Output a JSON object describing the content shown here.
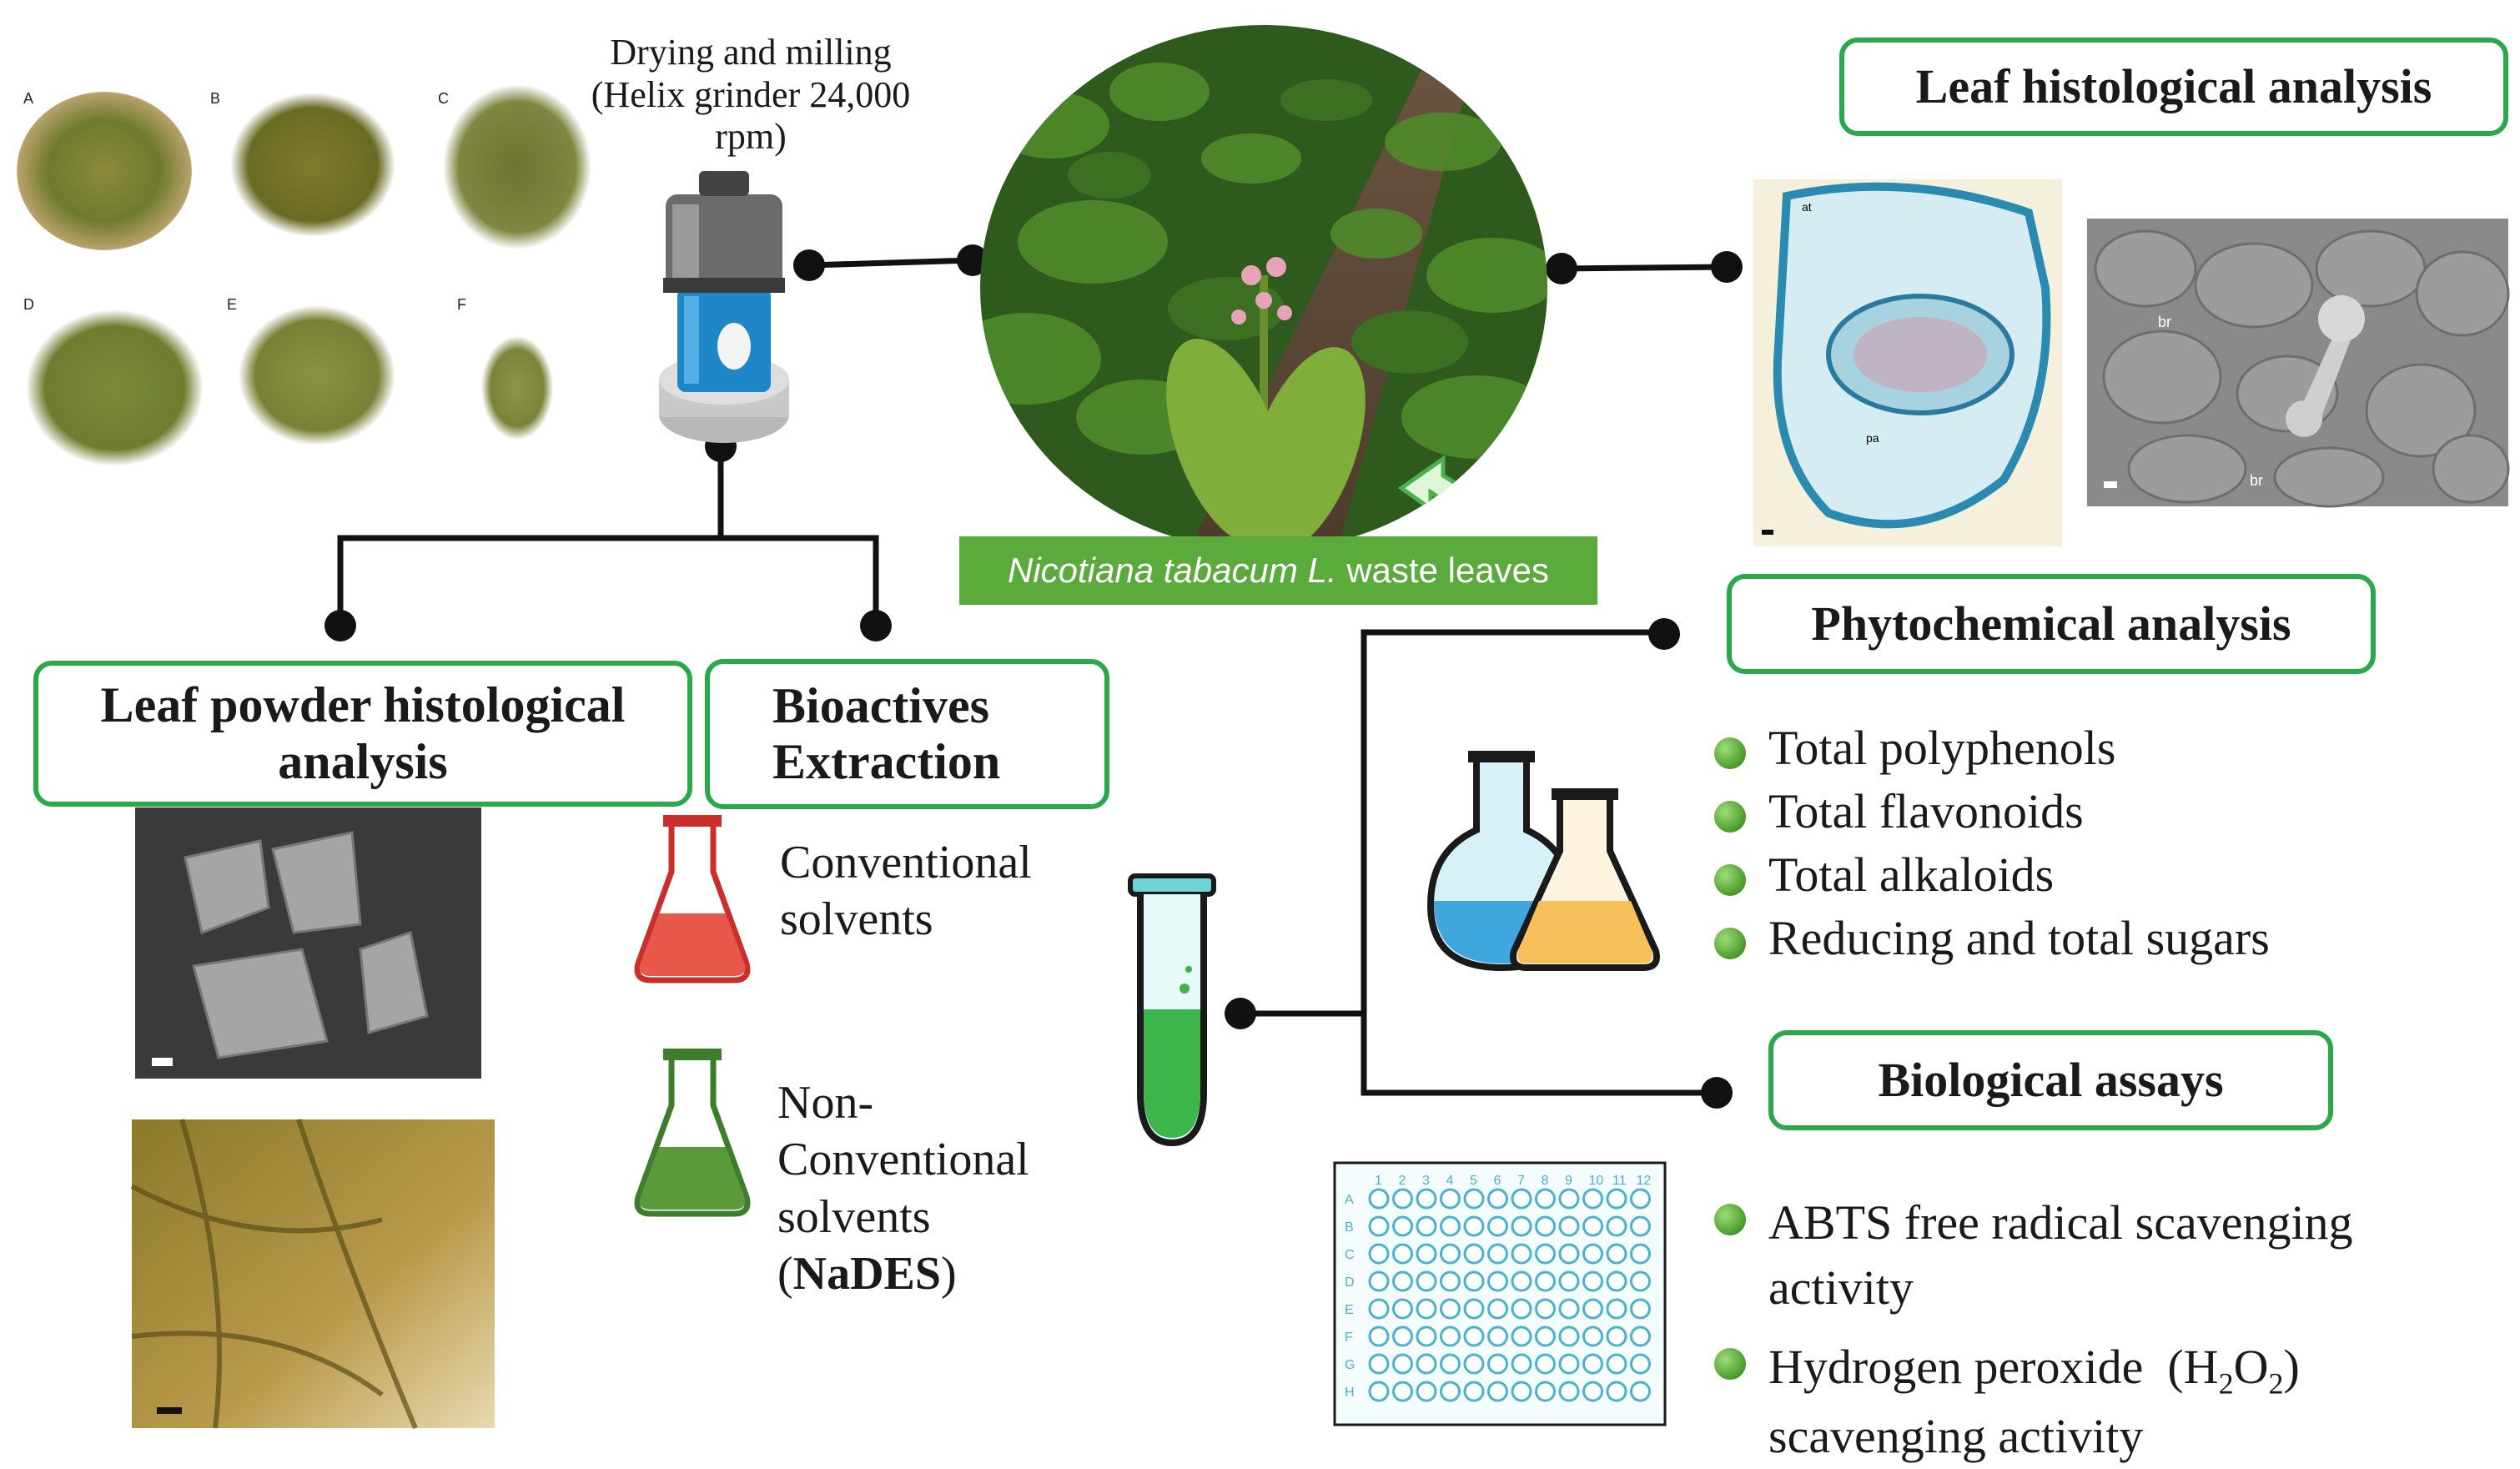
{
  "grinder_caption": [
    "Drying and milling",
    "(Helix grinder 24,000",
    "rpm)"
  ],
  "sample_labels": [
    "A",
    "B",
    "C",
    "D",
    "E",
    "F"
  ],
  "plant_label": {
    "species": "Nicotiana tabacum L.",
    "rest": " waste leaves"
  },
  "boxes": {
    "leaf_histo": "Leaf histological analysis",
    "powder_histo": [
      "Leaf powder histological",
      "analysis"
    ],
    "extraction": [
      "Bioactives",
      "Extraction"
    ],
    "phyto": "Phytochemical analysis",
    "bio": "Biological assays"
  },
  "micro_labels": [
    "at",
    "br",
    "br",
    "pa"
  ],
  "solvents": {
    "conventional": [
      "Conventional",
      "solvents"
    ],
    "nonconventional": [
      "Non-",
      "Conventional",
      "solvents"
    ],
    "nades": "(NaDES)"
  },
  "phyto_items": [
    "Total polyphenols",
    "Total flavonoids",
    "Total alkaloids",
    "Reducing and total sugars"
  ],
  "bio_items": {
    "abts": [
      "ABTS free radical scavenging",
      "activity"
    ],
    "h2o2": {
      "pre": "Hydrogen peroxide  (H",
      "sub1": "2",
      "o": "O",
      "sub2": "2",
      "post": ")",
      "line2": "scavenging activity"
    }
  },
  "plate": {
    "cols": [
      "1",
      "2",
      "3",
      "4",
      "5",
      "6",
      "7",
      "8",
      "9",
      "10",
      "11",
      "12"
    ],
    "rows": [
      "A",
      "B",
      "C",
      "D",
      "E",
      "F",
      "G",
      "H"
    ]
  },
  "colors": {
    "box_border": "#2aa84a",
    "connector": "#111111",
    "label_bar": "#5aaa3c"
  }
}
